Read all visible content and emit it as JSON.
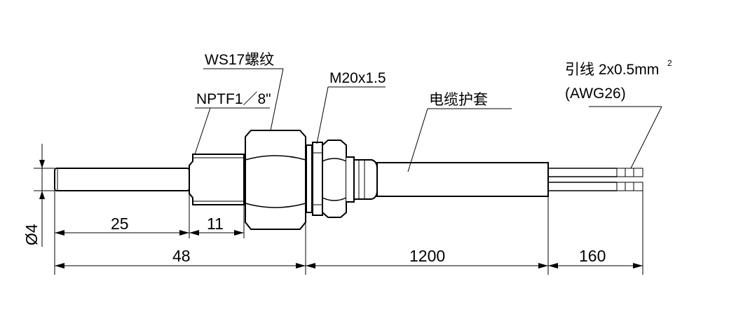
{
  "labels": {
    "ws17_thread": "WS17螺纹",
    "nptf": "NPTF1／8\"",
    "m20": "M20x1.5",
    "cable_sheath": "电缆护套",
    "lead_wire": "引线 2x0.5mm",
    "lead_wire_sup": "2",
    "awg": "(AWG26)"
  },
  "dimensions": {
    "diameter": "Ø4",
    "probe_length": "25",
    "thread_length": "11",
    "total_sensor": "48",
    "cable_length": "1200",
    "lead_length": "160"
  }
}
